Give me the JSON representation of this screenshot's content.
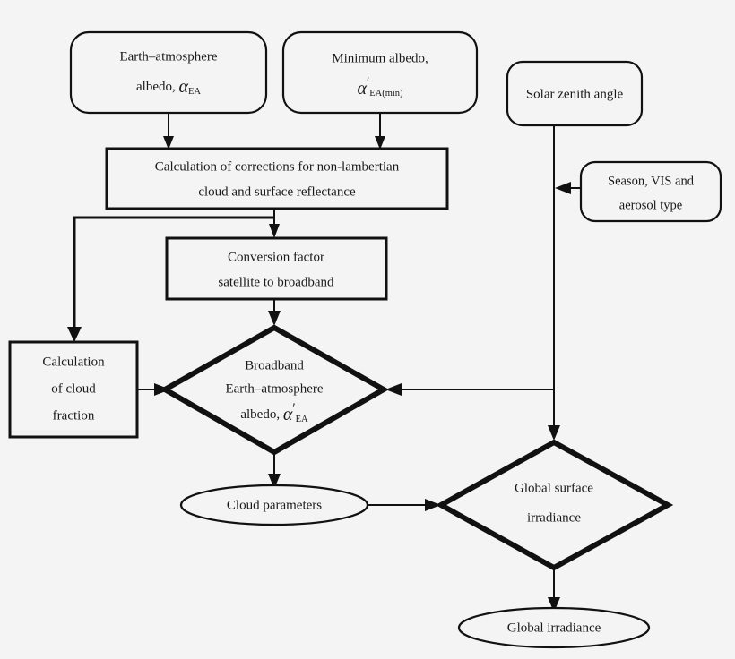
{
  "diagram": {
    "title": "Satellite-based solar irradiance retrieval flowchart",
    "background_color": "#f4f4f4",
    "line_color": "#111111",
    "nodes": {
      "earth_atmosphere_albedo": {
        "shape": "rounded-rect",
        "line1": "Earth–atmosphere",
        "line2_prefix": "albedo, ",
        "symbol": "α",
        "subscript": "EA",
        "prime": ""
      },
      "minimum_albedo": {
        "shape": "rounded-rect",
        "line1": "Minimum albedo,",
        "symbol": "α",
        "prime": "′",
        "subscript": "EA(min)"
      },
      "solar_zenith_angle": {
        "shape": "rounded-rect",
        "line1": "Solar zenith angle"
      },
      "corrections": {
        "shape": "rect",
        "line1": "Calculation of corrections for non-lambertian",
        "line2": "cloud and surface reflectance"
      },
      "season_vis_aerosol": {
        "shape": "rounded-rect",
        "line1": "Season, VIS and",
        "line2": "aerosol type"
      },
      "conversion_factor": {
        "shape": "rect",
        "line1": "Conversion factor",
        "line2": "satellite to broadband"
      },
      "cloud_fraction": {
        "shape": "rect",
        "line1": "Calculation",
        "line2": "of cloud",
        "line3": "fraction"
      },
      "broadband_albedo": {
        "shape": "diamond",
        "line1": "Broadband",
        "line2": "Earth–atmosphere",
        "line3_prefix": "albedo, ",
        "symbol": "α",
        "prime": "′",
        "subscript": "EA"
      },
      "cloud_parameters": {
        "shape": "ellipse",
        "line1": "Cloud parameters"
      },
      "global_surface_irradiance": {
        "shape": "diamond",
        "line1": "Global surface",
        "line2": "irradiance"
      },
      "global_irradiance": {
        "shape": "ellipse",
        "line1": "Global irradiance"
      }
    },
    "edges": [
      {
        "from": "earth_atmosphere_albedo",
        "to": "corrections",
        "arrow": true
      },
      {
        "from": "minimum_albedo",
        "to": "corrections",
        "arrow": true
      },
      {
        "from": "corrections",
        "to": "conversion_factor",
        "arrow": true
      },
      {
        "from": "corrections",
        "to": "cloud_fraction",
        "arrow": true
      },
      {
        "from": "conversion_factor",
        "to": "broadband_albedo",
        "arrow": true
      },
      {
        "from": "cloud_fraction",
        "to": "broadband_albedo",
        "arrow": true
      },
      {
        "from": "solar_zenith_angle",
        "to": "broadband_albedo",
        "arrow": true
      },
      {
        "from": "season_vis_aerosol",
        "to": "solar_zenith_angle_line",
        "arrow": true
      },
      {
        "from": "solar_zenith_angle",
        "to": "global_surface_irradiance",
        "arrow": true
      },
      {
        "from": "broadband_albedo",
        "to": "cloud_parameters",
        "arrow": true
      },
      {
        "from": "cloud_parameters",
        "to": "global_surface_irradiance",
        "arrow": true
      },
      {
        "from": "global_surface_irradiance",
        "to": "global_irradiance",
        "arrow": true
      }
    ]
  }
}
